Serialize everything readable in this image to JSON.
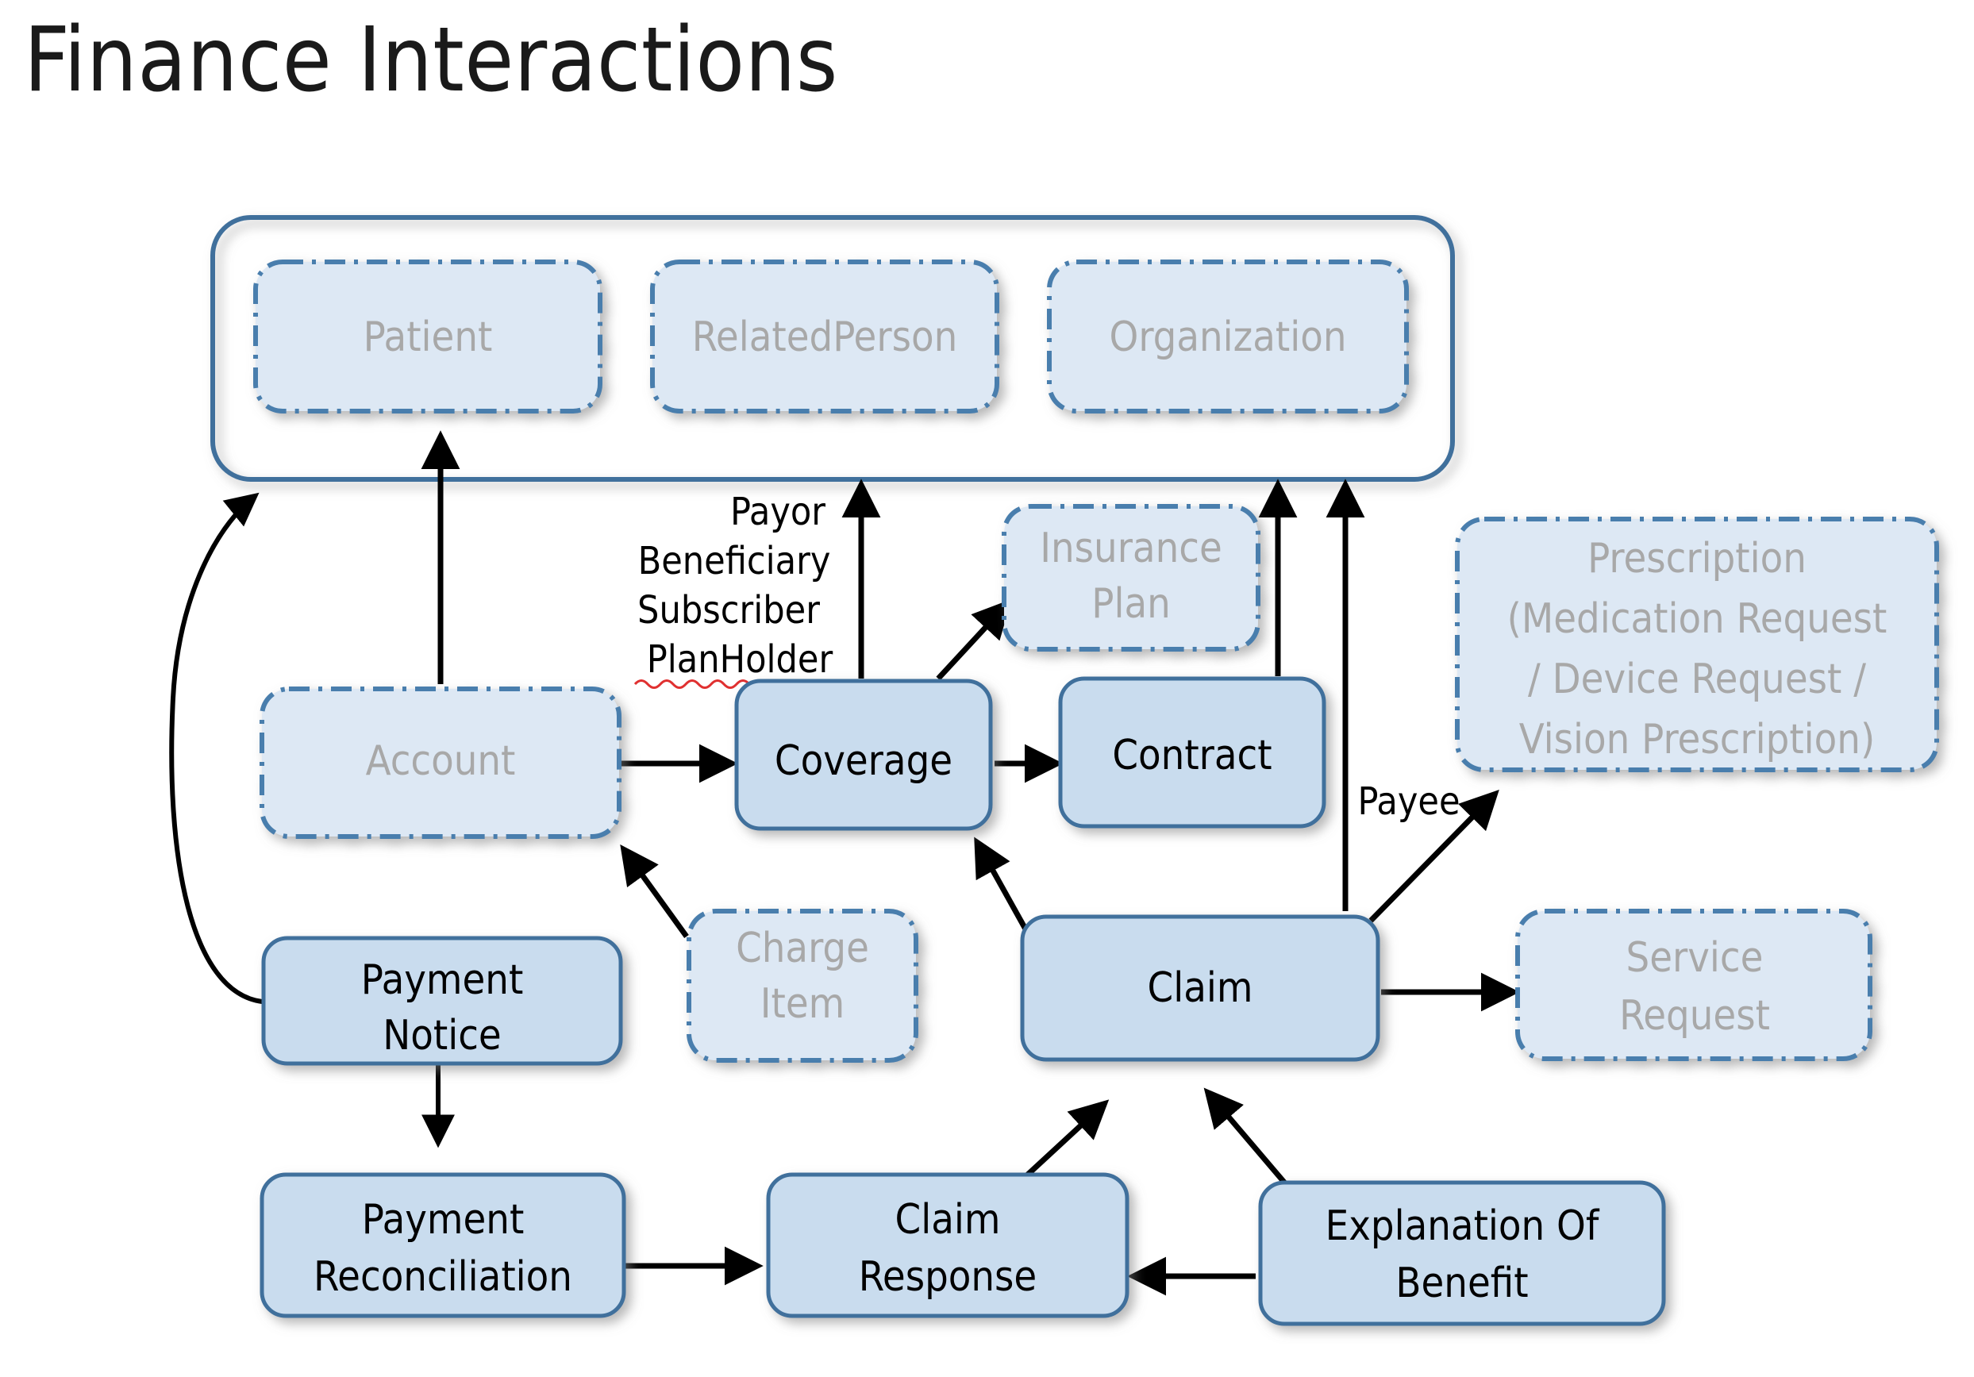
{
  "title": "Finance Interactions",
  "diagram": {
    "type": "entity-relationship-diagram",
    "colors": {
      "solid_fill": "#c9dcee",
      "solid_border": "#41709c",
      "ghost_fill": "#dde8f4",
      "ghost_border": "#4a7ead",
      "ghost_text": "#a8a8a8",
      "solid_text": "#000000",
      "arrow": "#000000",
      "background": "#ffffff"
    },
    "group": {
      "name": "actor-group",
      "members": [
        {
          "id": "patient",
          "label": "Patient",
          "style": "ghost"
        },
        {
          "id": "relatedperson",
          "label": "RelatedPerson",
          "style": "ghost"
        },
        {
          "id": "organization",
          "label": "Organization",
          "style": "ghost"
        }
      ]
    },
    "nodes": [
      {
        "id": "insuranceplan",
        "label_lines": [
          "Insurance",
          "Plan"
        ],
        "style": "ghost"
      },
      {
        "id": "prescription",
        "label_lines": [
          "Prescription",
          "(Medication Request",
          "/ Device Request /",
          "Vision Prescription)"
        ],
        "style": "ghost"
      },
      {
        "id": "account",
        "label_lines": [
          "Account"
        ],
        "style": "ghost"
      },
      {
        "id": "coverage",
        "label_lines": [
          "Coverage"
        ],
        "style": "solid"
      },
      {
        "id": "contract",
        "label_lines": [
          "Contract"
        ],
        "style": "solid"
      },
      {
        "id": "chargeitem",
        "label_lines": [
          "Charge",
          "Item"
        ],
        "style": "ghost"
      },
      {
        "id": "claim",
        "label_lines": [
          "Claim"
        ],
        "style": "solid"
      },
      {
        "id": "servicerequest",
        "label_lines": [
          "Service",
          "Request"
        ],
        "style": "ghost"
      },
      {
        "id": "paymentnotice",
        "label_lines": [
          "Payment",
          "Notice"
        ],
        "style": "solid"
      },
      {
        "id": "paymentrecon",
        "label_lines": [
          "Payment",
          "Reconciliation"
        ],
        "style": "solid"
      },
      {
        "id": "claimresponse",
        "label_lines": [
          "Claim",
          "Response"
        ],
        "style": "solid"
      },
      {
        "id": "eob",
        "label_lines": [
          "Explanation Of",
          "Benefit"
        ],
        "style": "solid"
      }
    ],
    "edge_labels": {
      "coverage_to_actors": [
        "Payor",
        "Beneficiary",
        "Subscriber",
        "PlanHolder"
      ],
      "claim_to_prescription": "Payee"
    },
    "edges": [
      {
        "from": "account",
        "to": "patient",
        "label": ""
      },
      {
        "from": "account",
        "to": "coverage",
        "label": ""
      },
      {
        "from": "coverage",
        "to": "actor-group",
        "label": "Payor Beneficiary Subscriber PlanHolder"
      },
      {
        "from": "coverage",
        "to": "insuranceplan",
        "label": ""
      },
      {
        "from": "coverage",
        "to": "contract",
        "label": ""
      },
      {
        "from": "contract",
        "to": "actor-group",
        "label": ""
      },
      {
        "from": "claim",
        "to": "actor-group",
        "label": ""
      },
      {
        "from": "claim",
        "to": "prescription",
        "label": "Payee"
      },
      {
        "from": "claim",
        "to": "servicerequest",
        "label": ""
      },
      {
        "from": "claim",
        "to": "coverage",
        "label": ""
      },
      {
        "from": "chargeitem",
        "to": "account",
        "label": ""
      },
      {
        "from": "paymentnotice",
        "to": "actor-group",
        "label": ""
      },
      {
        "from": "paymentnotice",
        "to": "paymentrecon",
        "label": ""
      },
      {
        "from": "paymentrecon",
        "to": "claimresponse",
        "label": ""
      },
      {
        "from": "eob",
        "to": "claimresponse",
        "label": ""
      },
      {
        "from": "claimresponse",
        "to": "claim",
        "label": ""
      },
      {
        "from": "eob",
        "to": "claim",
        "label": ""
      }
    ]
  }
}
